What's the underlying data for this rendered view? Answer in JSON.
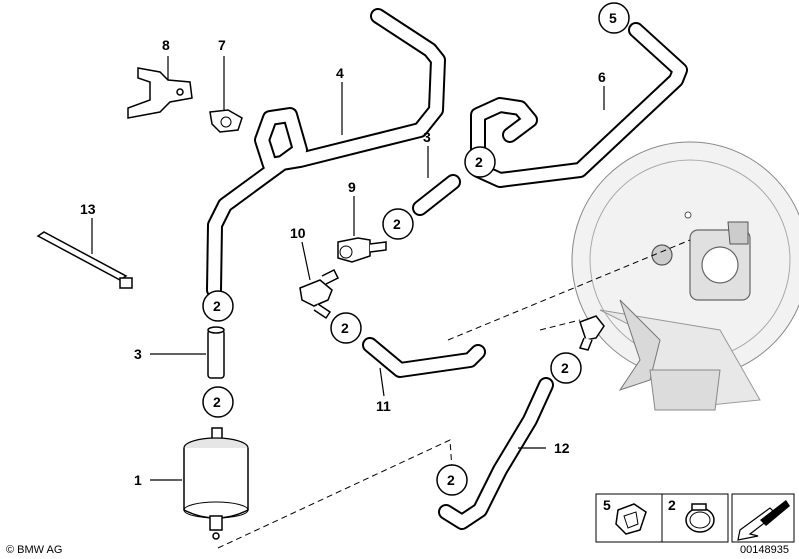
{
  "callouts": {
    "c1": "1",
    "c2": "2",
    "c3": "3",
    "c4": "4",
    "c5": "5",
    "c6": "6",
    "c7": "7",
    "c8": "8",
    "c9": "9",
    "c10": "10",
    "c11": "11",
    "c12": "12",
    "c13": "13"
  },
  "footer": {
    "copyright": "© BMW AG",
    "reference": "00148935"
  },
  "legend": {
    "item_a": "5",
    "item_b": "2"
  }
}
